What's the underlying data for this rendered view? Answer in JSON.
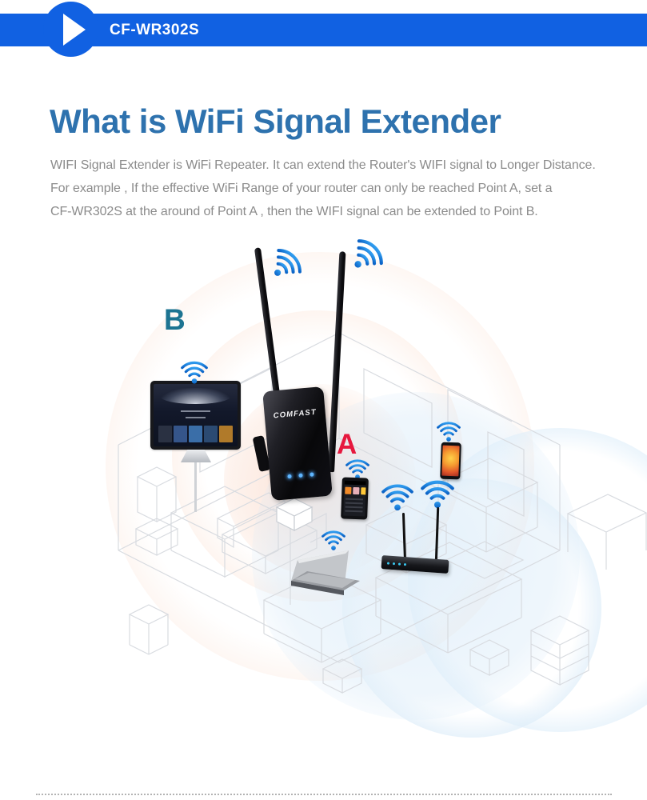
{
  "header": {
    "title": "CF-WR302S",
    "icon": "play-icon",
    "bar_color": "#1161e2"
  },
  "article": {
    "title": "What is WiFi Signal Extender",
    "title_color": "#2e72ae",
    "body_color": "#8b8b8b",
    "line1": "WIFI Signal Extender is WiFi Repeater. It can extend the Router's WIFI signal to Longer Distance.",
    "line2": "For example , If the effective WiFi Range of your router can only be reached Point A, set a",
    "line3": "CF-WR302S at the around of Point A , then the WIFI signal can be extended to Point B."
  },
  "diagram": {
    "label_a": "A",
    "label_b": "B",
    "device_brand": "COMFAST",
    "devices": [
      "tv-monitor",
      "wifi-extender",
      "smartphone-app",
      "smartphone",
      "wifi-router",
      "laptop"
    ],
    "icons": [
      "wifi-icon"
    ],
    "colors": {
      "wifi_blue": "#1c82dc",
      "point_a_red": "#e6183e",
      "point_b_teal": "#1d7492",
      "coverage_extended_peach": "#f6c3a8",
      "coverage_router_blue": "#cfe4f6"
    }
  }
}
